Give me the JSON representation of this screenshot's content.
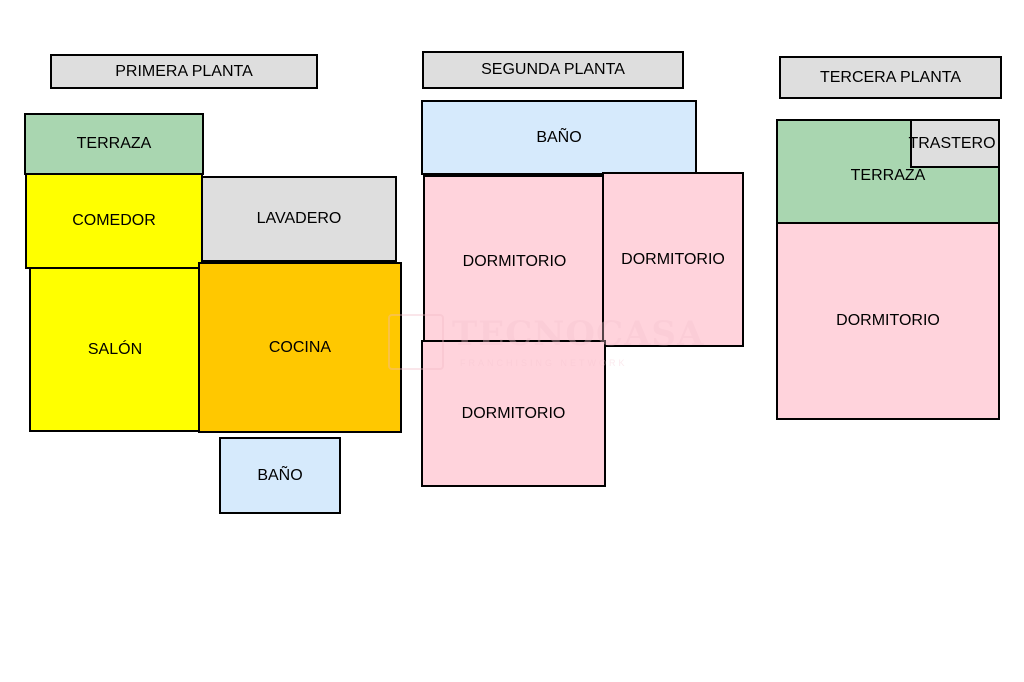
{
  "floors": {
    "first": {
      "title": "PRIMERA PLANTA",
      "rooms": {
        "terrace": "TERRAZA",
        "dining": "COMEDOR",
        "laundry": "LAVADERO",
        "living": "SALÓN",
        "kitchen": "COCINA",
        "bathroom": "BAÑO"
      }
    },
    "second": {
      "title": "SEGUNDA PLANTA",
      "rooms": {
        "bathroom": "BAÑO",
        "bedroom_1": "DORMITORIO",
        "bedroom_2": "DORMITORIO",
        "bedroom_3": "DORMITORIO"
      }
    },
    "third": {
      "title": "TERCERA PLANTA",
      "rooms": {
        "terrace": "TERRAZA",
        "storage": "TRASTERO",
        "bedroom": "DORMITORIO"
      }
    }
  },
  "watermark": {
    "brand": "TECNOCASA",
    "subtitle": "FRANCHISING NETWORK"
  },
  "colors": {
    "label": "#dedede",
    "terrace": "#a9d6b0",
    "dining_living": "#ffff00",
    "kitchen": "#ffc800",
    "bathroom": "#d6eafc",
    "bedroom": "#ffd3dc",
    "laundry_storage": "#dedede"
  }
}
